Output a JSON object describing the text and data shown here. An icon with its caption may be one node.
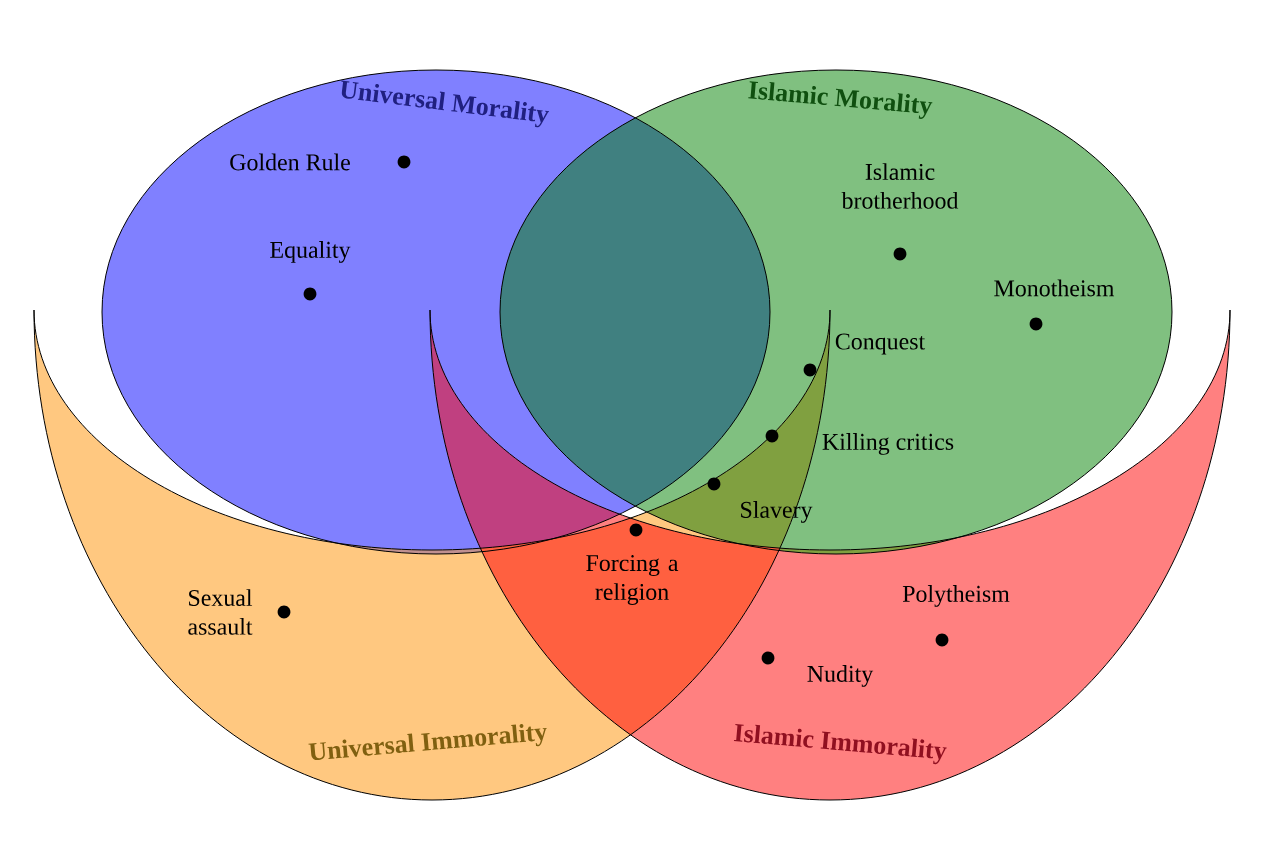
{
  "diagram": {
    "nodes": [
      {
        "text": [
          "Universal Morality"
        ]
      },
      {
        "text": [
          "Islamic Morality"
        ]
      },
      {
        "text": [
          "Universal Immorality"
        ]
      },
      {
        "text": [
          "Islamic Immorality"
        ]
      }
    ],
    "labels": [
      "Golden Rule",
      "Islamic brotherhood",
      "Equality",
      "Monotheism",
      "Conquest",
      "Killing critics",
      "Slavery",
      "Forcing a religion",
      "Sexual assault",
      "Polytheism",
      "Nudity"
    ]
  }
}
